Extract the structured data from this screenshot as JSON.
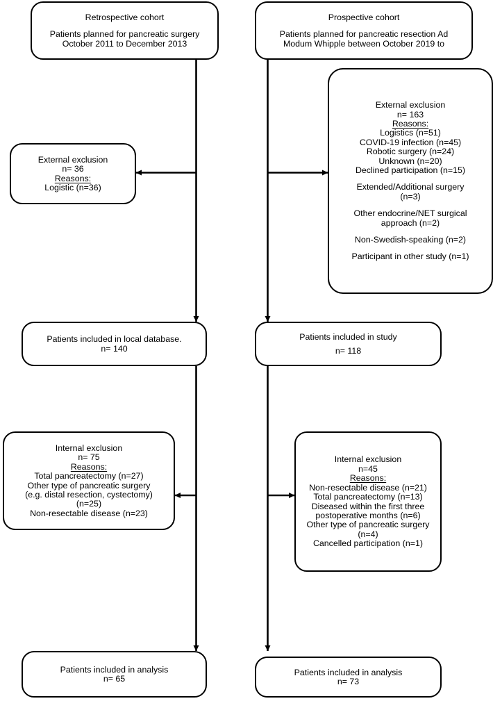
{
  "figure": {
    "type": "flowchart",
    "title": "Patient inclusion flowchart for retrospective and prospective pancreatic surgery cohorts",
    "line_color": "#000000",
    "box_fill": "#ffffff"
  },
  "nodes": {
    "retrospective_cohort": {
      "name": "retrospective-cohort-box",
      "lines": [
        "Retrospective cohort",
        "Patients planned for pancreatic surgery",
        "October 2011 to December 2013"
      ]
    },
    "prospective_cohort": {
      "name": "prospective-cohort-box",
      "lines": [
        "Prospective cohort",
        "Patients planned for pancreatic resection Ad",
        "Modum Whipple between October 2019 to"
      ]
    },
    "external_exclusion_left": {
      "name": "external-exclusion-retrospective-box",
      "heading": "External exclusion",
      "count": "n= 36",
      "reasons_label": "Reasons:",
      "reasons": [
        "Logistic (n=36)"
      ]
    },
    "external_exclusion_right": {
      "name": "external-exclusion-prospective-box",
      "heading": "External exclusion",
      "count": "n= 163",
      "reasons_label": "Reasons:",
      "reasons_group_1": [
        "Logistics (n=51)",
        "COVID-19 infection (n=45)",
        "Robotic surgery (n=24)",
        "Unknown (n=20)",
        "Declined participation (n=15)"
      ],
      "reasons_group_2": [
        "Extended/Additional surgery",
        "(n=3)"
      ],
      "reasons_group_3": [
        "Other endocrine/NET surgical",
        "approach (n=2)"
      ],
      "reasons_group_4": [
        "Non-Swedish-speaking (n=2)"
      ],
      "reasons_group_5": [
        "Participant in other study (n=1)"
      ]
    },
    "included_local_database": {
      "name": "patients-included-local-database-box",
      "lines": [
        "Patients included in local database.",
        "n= 140"
      ]
    },
    "included_study": {
      "name": "patients-included-in-study-box",
      "lines": [
        "Patients included in study",
        "n= 118"
      ]
    },
    "internal_exclusion_left": {
      "name": "internal-exclusion-retrospective-box",
      "heading": "Internal exclusion",
      "count": "n= 75",
      "reasons_label": "Reasons:",
      "reasons": [
        "Total pancreatectomy (n=27)",
        "Other type of pancreatic surgery",
        "(e.g. distal resection, cystectomy)",
        "(n=25)",
        "Non-resectable disease (n=23)"
      ]
    },
    "internal_exclusion_right": {
      "name": "internal-exclusion-prospective-box",
      "heading": "Internal exclusion",
      "count": "n=45",
      "reasons_label": "Reasons:",
      "reasons": [
        "Non-resectable disease (n=21)",
        "Total pancreatectomy (n=13)",
        "Diseased within the first three",
        "postoperative months (n=6)",
        "Other type of pancreatic surgery",
        "(n=4)",
        "Cancelled participation (n=1)"
      ]
    },
    "analysis_left": {
      "name": "patients-included-analysis-retrospective-box",
      "lines": [
        "Patients included in analysis",
        "n= 65"
      ]
    },
    "analysis_right": {
      "name": "patients-included-analysis-prospective-box",
      "lines": [
        "Patients included in analysis",
        "n= 73"
      ]
    }
  },
  "edges": [
    {
      "name": "edge-retrospective-to-external-exclusion",
      "kind": "arrow-left"
    },
    {
      "name": "edge-retrospective-to-local-database",
      "kind": "arrow-down"
    },
    {
      "name": "edge-prospective-to-external-exclusion",
      "kind": "arrow-right"
    },
    {
      "name": "edge-prospective-to-included-study",
      "kind": "arrow-down"
    },
    {
      "name": "edge-local-database-to-internal-exclusion",
      "kind": "arrow-left"
    },
    {
      "name": "edge-local-database-to-analysis",
      "kind": "arrow-down"
    },
    {
      "name": "edge-included-study-to-internal-exclusion",
      "kind": "arrow-right"
    },
    {
      "name": "edge-included-study-to-analysis",
      "kind": "arrow-down"
    }
  ]
}
